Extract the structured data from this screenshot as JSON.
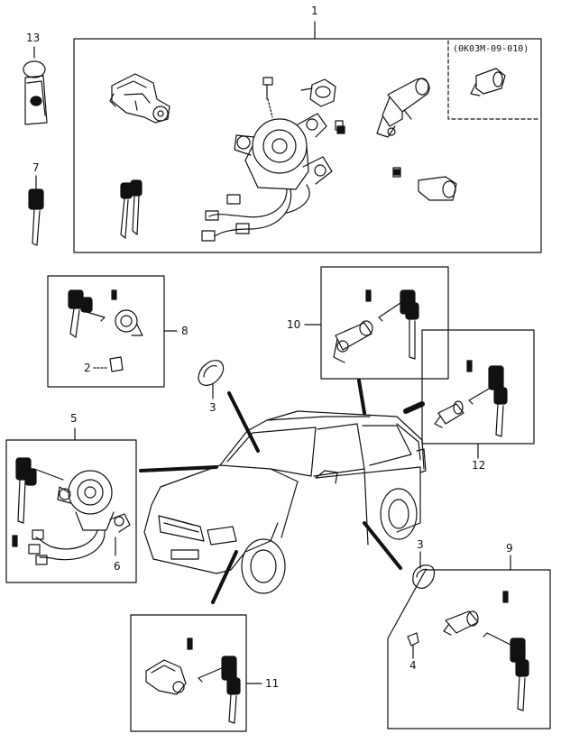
{
  "diagram": {
    "part_code": "(0K03M-09-010)",
    "callouts": {
      "c1": "1",
      "c2": "2",
      "c3a": "3",
      "c3b": "3",
      "c4": "4",
      "c5": "5",
      "c6": "6",
      "c7": "7",
      "c8": "8",
      "c9": "9",
      "c10": "10",
      "c11": "11",
      "c12": "12",
      "c13": "13"
    }
  }
}
